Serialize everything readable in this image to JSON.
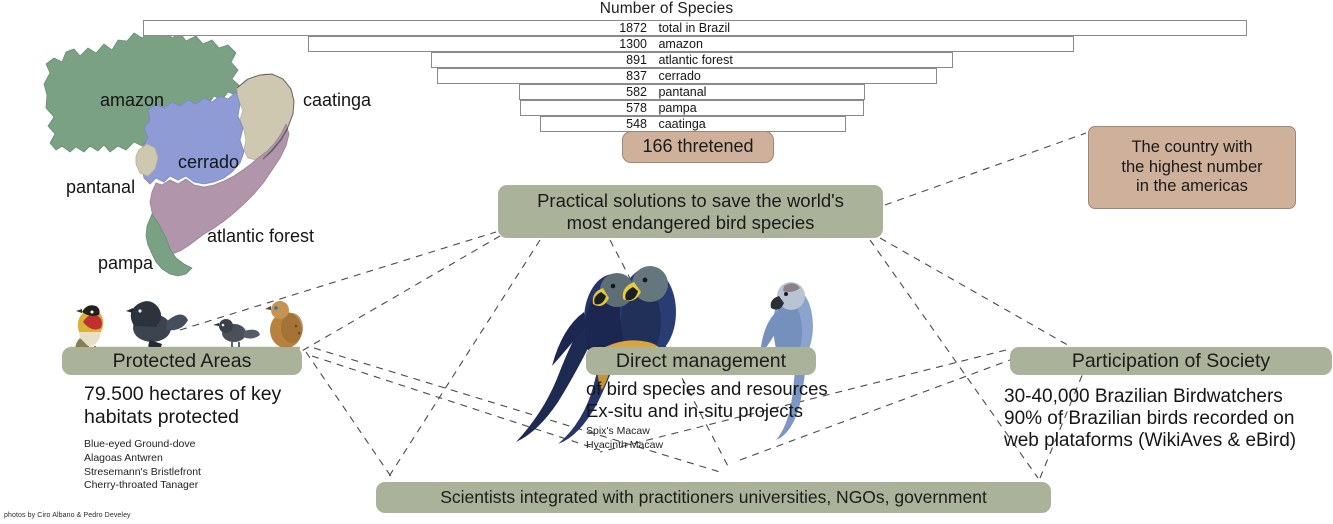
{
  "chart_data": {
    "type": "bar",
    "title": "Number of Species",
    "xlabel": "",
    "ylabel": "",
    "orientation": "horizontal",
    "grid": false,
    "legend": "none",
    "xlim": [
      0,
      1872
    ],
    "categories": [
      "total  in Brazil",
      "amazon",
      "atlantic forest",
      "cerrado",
      "pantanal",
      "pampa",
      "caatinga"
    ],
    "values": [
      1872,
      1300,
      891,
      837,
      582,
      578,
      548
    ],
    "rows": [
      {
        "value": "1872",
        "label": "total  in Brazil"
      },
      {
        "value": "1300",
        "label": "amazon"
      },
      {
        "value": "891",
        "label": "atlantic forest"
      },
      {
        "value": "837",
        "label": "cerrado"
      },
      {
        "value": "582",
        "label": "pantanal"
      },
      {
        "value": "578",
        "label": "pampa"
      },
      {
        "value": "548",
        "label": "caatinga"
      }
    ],
    "annotation": "166 thretened"
  },
  "threatened_box": {
    "label": "166 thretened"
  },
  "callout": {
    "line1": "The country with",
    "line2": "the highest number",
    "line3": "in the americas"
  },
  "hub": {
    "line1": "Practical solutions to save the world's",
    "line2": "most endangered bird species"
  },
  "map": {
    "labels": {
      "amazon": "amazon",
      "caatinga": "caatinga",
      "cerrado": "cerrado",
      "pantanal": "pantanal",
      "atlantic_forest": "atlantic forest",
      "pampa": "pampa"
    },
    "colors": {
      "amazon": "#7aa183",
      "cerrado": "#8f9bd4",
      "caatinga": "#cfc8b0",
      "atlantic_forest": "#b095ab",
      "pampa": "#7aa183",
      "pantanal": "#cfc8b0"
    }
  },
  "pillars": {
    "protected": {
      "title": "Protected Areas",
      "headline_l1": "79.500 hectares of key",
      "headline_l2": "habitats protected",
      "species": [
        "Blue-eyed Ground-dove",
        "Alagoas Antwren",
        "Stresemann's Bristlefront",
        "Cherry-throated Tanager"
      ]
    },
    "direct": {
      "title": "Direct management",
      "headline_l1": "of bird species and resources",
      "headline_l2": "Ex-situ and in-situ projects",
      "species": [
        "Spix's Macaw",
        "Hyacinth Macaw"
      ]
    },
    "society": {
      "title": "Participation of Society",
      "headline_l1": "30-40,000 Brazilian Birdwatchers",
      "headline_l2": "90% of Brazilian birds recorded on",
      "headline_l3": "web plataforms (WikiAves & eBird)"
    },
    "scientists": {
      "title": "Scientists  integrated with practitioners universities, NGOs, government"
    }
  },
  "credit": "photos by Ciro Albano & Pedro Develey",
  "theme": {
    "green_pill": "#aab39a",
    "tan_box": "#cfb09a",
    "bar_border": "#8a8a8a",
    "dash_line": "#4a4a4a",
    "text": "#1a1a1a"
  }
}
